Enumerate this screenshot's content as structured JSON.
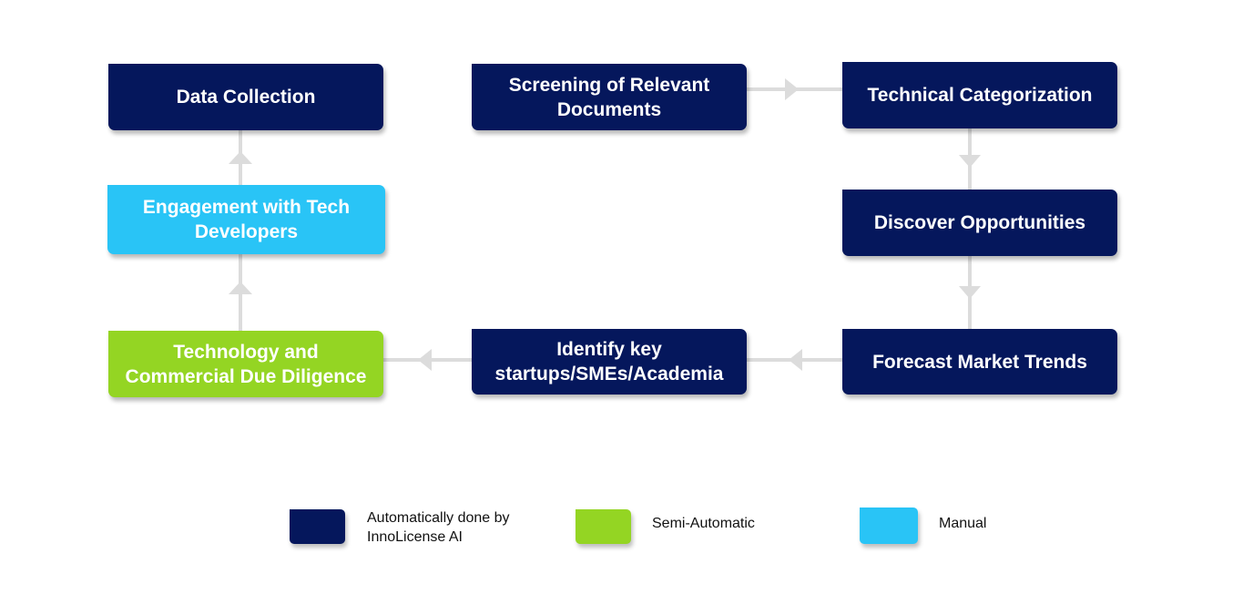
{
  "colors": {
    "automatic": "#05175c",
    "semi_automatic": "#94d523",
    "manual": "#29c4f6",
    "arrow": "#dcdcdc"
  },
  "nodes": {
    "data_collection": "Data Collection",
    "screening": "Screening of Relevant Documents",
    "technical_categorization": "Technical Categorization",
    "engagement": "Engagement with Tech Developers",
    "discover": "Discover Opportunities",
    "due_diligence": "Technology and Commercial Due Diligence",
    "identify": "Identify key startups/SMEs/Academia",
    "forecast": "Forecast Market Trends"
  },
  "legend": {
    "automatic": "Automatically done by InnoLicense AI",
    "semi_automatic": "Semi-Automatic",
    "manual": "Manual"
  }
}
